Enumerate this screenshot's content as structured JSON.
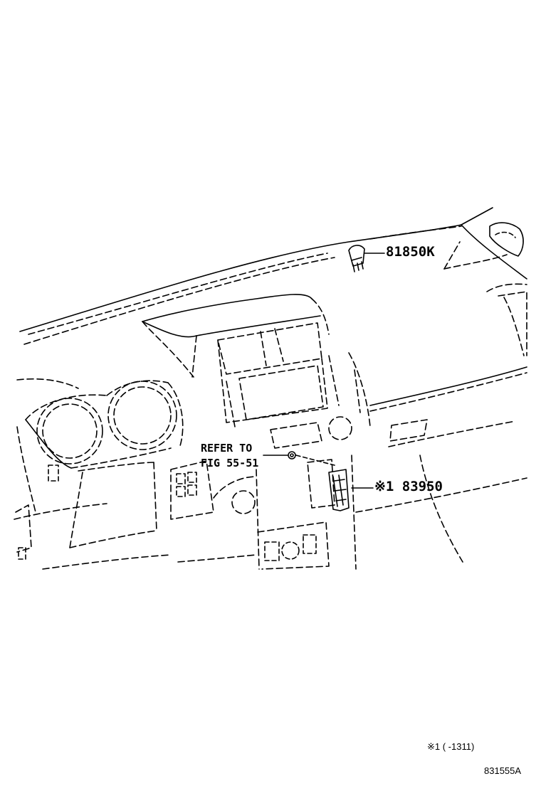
{
  "callouts": {
    "part_81850k": "81850K",
    "part_83950": "※1 83950"
  },
  "reference": {
    "line1": "REFER TO",
    "line2": "FIG 55-51"
  },
  "footnote": {
    "applicability": "※1 (    -1311)",
    "drawing_code": "831555A"
  }
}
